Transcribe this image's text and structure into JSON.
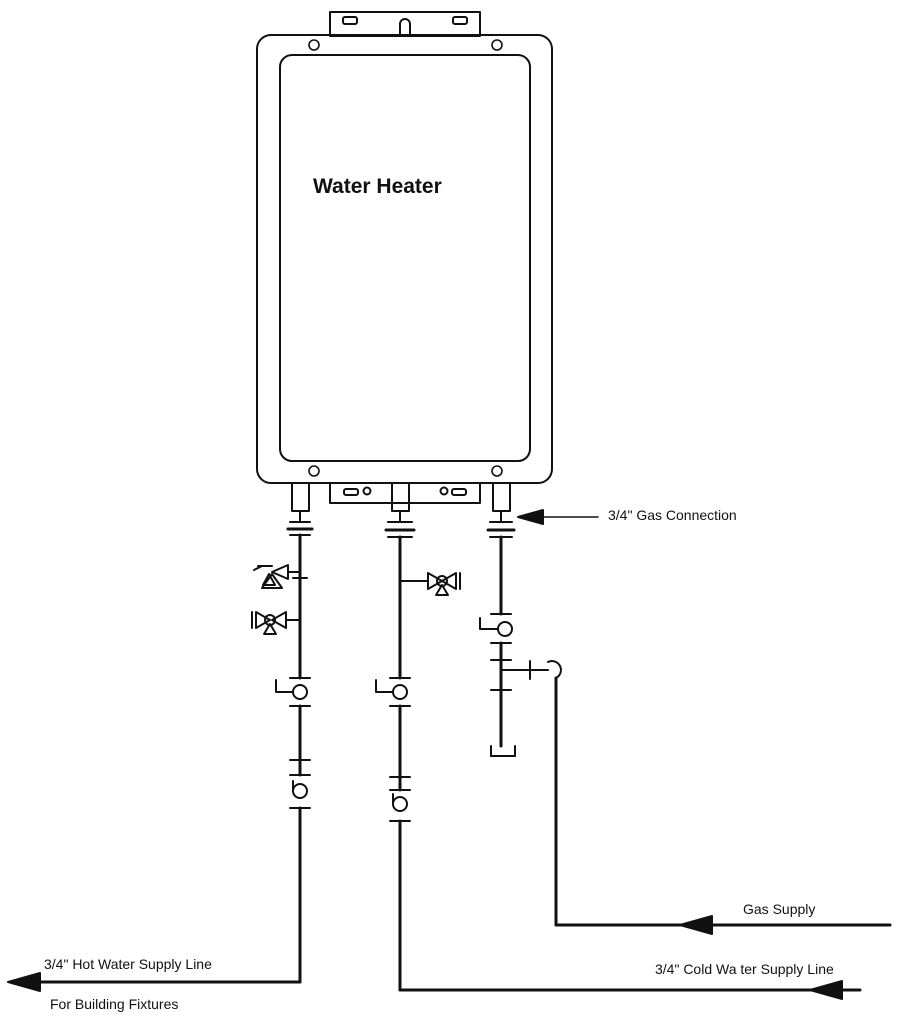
{
  "heater": {
    "title": "Water Heater"
  },
  "labels": {
    "gas_connection": "3/4\" Gas Connection",
    "gas_supply": "Gas Supply",
    "hot_water_line": "3/4\" Hot Water Supply Line",
    "fixtures": "For Building Fixtures",
    "cold_water_line": "3/4\" Cold Wa ter Supply Line"
  },
  "colors": {
    "line": "#111111",
    "background": "#ffffff"
  }
}
